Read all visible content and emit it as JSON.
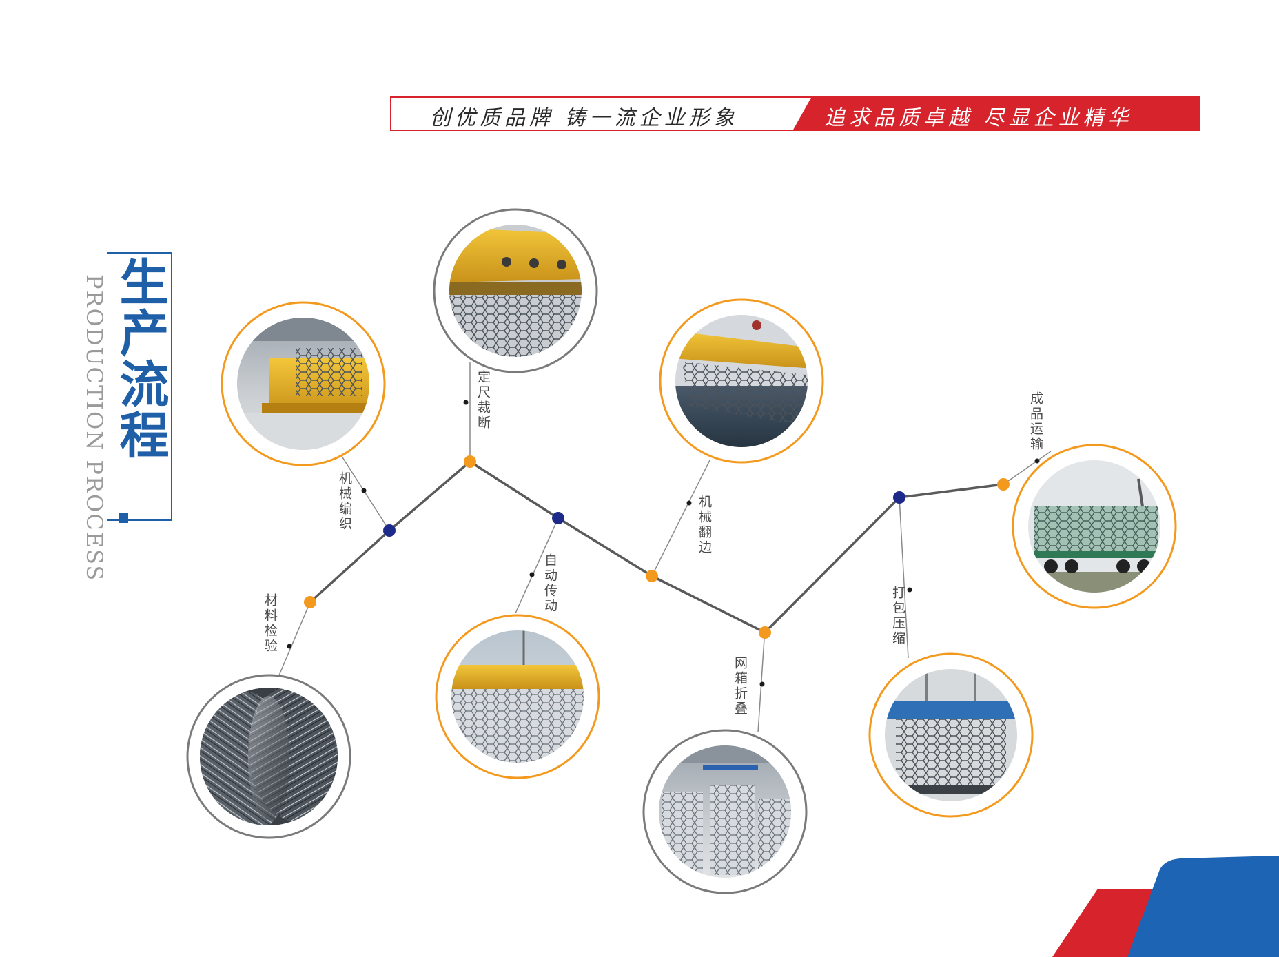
{
  "banner": {
    "left_text": "创优质品牌   铸一流企业形象",
    "right_text": "追求品质卓越   尽显企业精华",
    "colors": {
      "red": "#d7242c",
      "border": "#d7242c",
      "text_dark": "#2a2a2a"
    }
  },
  "title": {
    "cn": "生产流程",
    "en": "PRODUCTION PROCESS",
    "color": "#1e5fa8"
  },
  "colors": {
    "line": "#5a5a5a",
    "node_orange": "#f39a1e",
    "node_blue": "#1e2a8a",
    "ring_orange": "#f39a1e",
    "ring_gray": "#7a7a7a",
    "corner_red": "#d7242c",
    "corner_blue": "#1e64b4"
  },
  "steps": [
    {
      "label": "材料检验",
      "photo": "steel-wire-coils-photo"
    },
    {
      "label": "机械编织",
      "photo": "weaving-machine-photo"
    },
    {
      "label": "定尺裁断",
      "photo": "cutting-machine-photo"
    },
    {
      "label": "自动传动",
      "photo": "conveyor-machine-photo"
    },
    {
      "label": "机械翻边",
      "photo": "edge-folding-machine-photo"
    },
    {
      "label": "网箱折叠",
      "photo": "folded-gabion-photo"
    },
    {
      "label": "打包压缩",
      "photo": "bale-press-photo"
    },
    {
      "label": "成品运输",
      "photo": "truck-transport-photo"
    }
  ]
}
